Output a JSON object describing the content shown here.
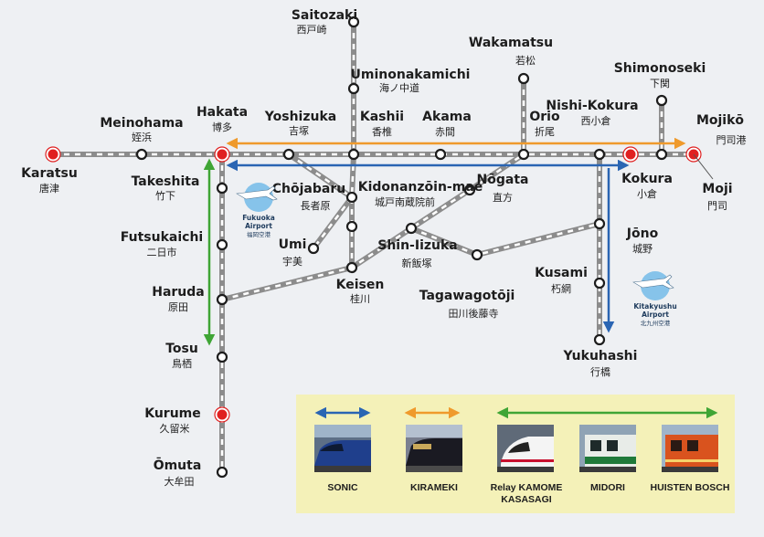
{
  "stations": {
    "saitozaki": {
      "en": "Saitozaki",
      "jp": "西戸崎"
    },
    "uminonakamichi": {
      "en": "Uminonakamichi",
      "jp": "海ノ中道"
    },
    "wakamatsu": {
      "en": "Wakamatsu",
      "jp": "若松"
    },
    "shimonoseki": {
      "en": "Shimonoseki",
      "jp": "下関"
    },
    "meinohama": {
      "en": "Meinohama",
      "jp": "姪浜"
    },
    "karatsu": {
      "en": "Karatsu",
      "jp": "唐津"
    },
    "hakata": {
      "en": "Hakata",
      "jp": "博多"
    },
    "yoshizuka": {
      "en": "Yoshizuka",
      "jp": "吉塚"
    },
    "kashii": {
      "en": "Kashii",
      "jp": "香椎"
    },
    "akama": {
      "en": "Akama",
      "jp": "赤間"
    },
    "orio": {
      "en": "Orio",
      "jp": "折尾"
    },
    "nishikokura": {
      "en": "Nishi-Kokura",
      "jp": "西小倉"
    },
    "mojiko": {
      "en": "Mojikō",
      "jp": "門司港"
    },
    "moji": {
      "en": "Moji",
      "jp": "門司"
    },
    "kokura": {
      "en": "Kokura",
      "jp": "小倉"
    },
    "takeshita": {
      "en": "Takeshita",
      "jp": "竹下"
    },
    "chojabaru": {
      "en": "Chōjabaru",
      "jp": "長者原"
    },
    "kidonanzoinmae": {
      "en": "Kidonanzōin-mae",
      "jp": "城戸南蔵院前"
    },
    "nogata": {
      "en": "Nōgata",
      "jp": "直方"
    },
    "futsukaichi": {
      "en": "Futsukaichi",
      "jp": "二日市"
    },
    "umi": {
      "en": "Umi",
      "jp": "宇美"
    },
    "shiniizuka": {
      "en": "Shin-Iizuka",
      "jp": "新飯塚"
    },
    "jono": {
      "en": "Jōno",
      "jp": "城野"
    },
    "haruda": {
      "en": "Haruda",
      "jp": "原田"
    },
    "keisen": {
      "en": "Keisen",
      "jp": "桂川"
    },
    "tagawagotoji": {
      "en": "Tagawagotōji",
      "jp": "田川後藤寺"
    },
    "kusami": {
      "en": "Kusami",
      "jp": "朽網"
    },
    "tosu": {
      "en": "Tosu",
      "jp": "鳥栖"
    },
    "yukuhashi": {
      "en": "Yukuhashi",
      "jp": "行橋"
    },
    "kurume": {
      "en": "Kurume",
      "jp": "久留米"
    },
    "omuta": {
      "en": "Ōmuta",
      "jp": "大牟田"
    }
  },
  "airports": {
    "fukuoka": {
      "line1": "Fukuoka",
      "line2": "Airport",
      "jp": "福岡空港"
    },
    "kitakyushu": {
      "line1": "Kitakyushu",
      "line2": "Airport",
      "jp": "北九州空港"
    }
  },
  "trains": [
    {
      "name": "SONIC",
      "color": "#2a65b3"
    },
    {
      "name": "KIRAMEKI",
      "color": "#ef9a2c"
    },
    {
      "name": "Relay KAMOME",
      "name2": "KASASAGI",
      "color": "#3fa535"
    },
    {
      "name": "MIDORI",
      "color": "#3fa535"
    },
    {
      "name": "HUISTEN BOSCH",
      "color": "#3fa535"
    }
  ],
  "colors": {
    "background": "#eef0f3",
    "legend_panel": "#f4f1b8",
    "track": "#8c8c8c",
    "sonic": "#2a65b3",
    "kirameki": "#ef9a2c",
    "green_trains": "#3fa535",
    "major_station": "#e02020"
  }
}
